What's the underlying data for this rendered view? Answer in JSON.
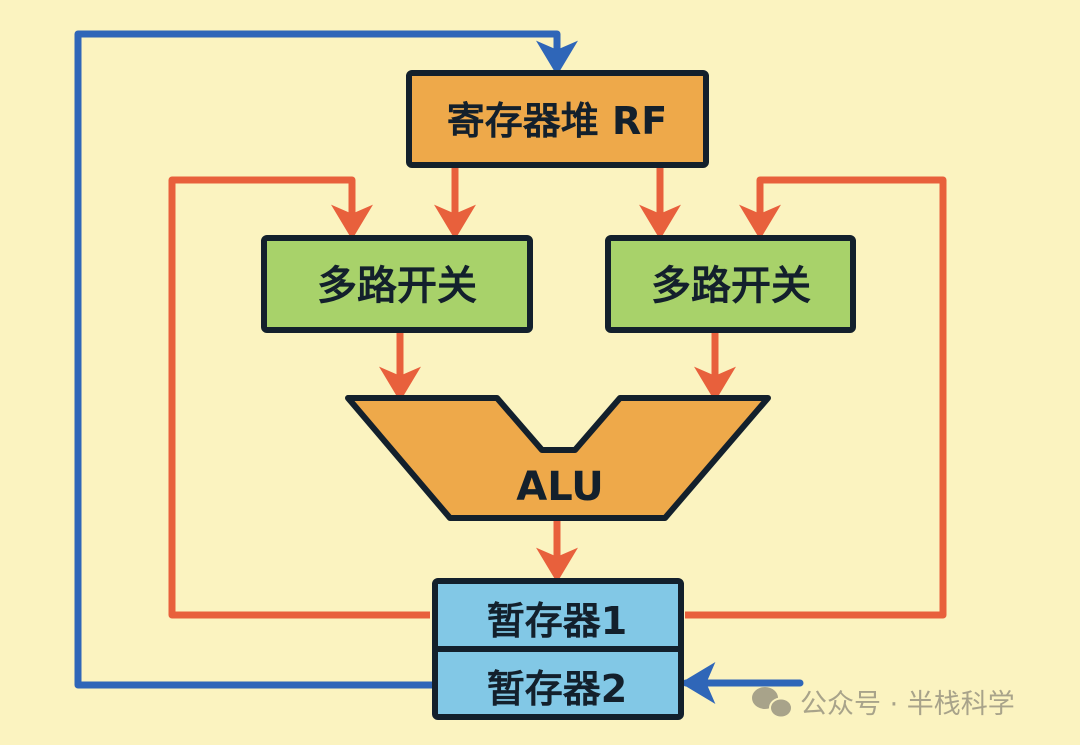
{
  "colors": {
    "background": "#fbf3c0",
    "register_file": "#eea94a",
    "mux": "#a8d26a",
    "alu": "#eea94a",
    "temp_registers": "#82c8e6",
    "data_path_arrow": "#e8603c",
    "feedback_arrow": "#2f66b8",
    "outline": "#13202c"
  },
  "nodes": {
    "register_file": "寄存器堆 RF",
    "mux_left": "多路开关",
    "mux_right": "多路开关",
    "alu": "ALU",
    "temp_register_1": "暂存器1",
    "temp_register_2": "暂存器2"
  },
  "watermark": {
    "icon": "wechat-icon",
    "text": "公众号 · 半栈科学"
  }
}
